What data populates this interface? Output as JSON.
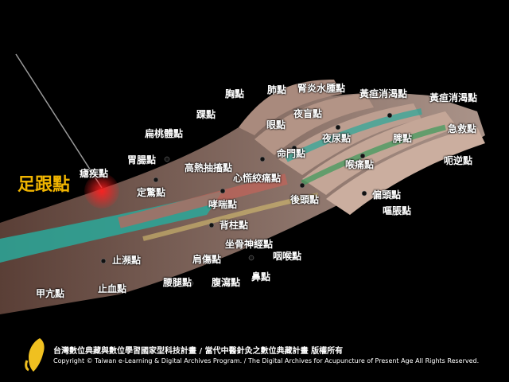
{
  "title_point": "足跟點",
  "points": [
    {
      "id": "xiong",
      "label": "胸點"
    },
    {
      "id": "fei",
      "label": "肺點"
    },
    {
      "id": "shenyan",
      "label": "腎炎水腫點"
    },
    {
      "id": "huangdan1",
      "label": "黃疸消渴點"
    },
    {
      "id": "huangdan2",
      "label": "黃疸消渴點"
    },
    {
      "id": "huai",
      "label": "踝點"
    },
    {
      "id": "yemang",
      "label": "夜盲點"
    },
    {
      "id": "yan",
      "label": "眼點"
    },
    {
      "id": "jijiu",
      "label": "急救點"
    },
    {
      "id": "biantaoti",
      "label": "扁桃體點"
    },
    {
      "id": "yeniao",
      "label": "夜尿點"
    },
    {
      "id": "pi",
      "label": "脾點"
    },
    {
      "id": "mingmen",
      "label": "命門點"
    },
    {
      "id": "weichang",
      "label": "胃腸點"
    },
    {
      "id": "hounitong",
      "label": "喉痛點"
    },
    {
      "id": "eni",
      "label": "呃逆點"
    },
    {
      "id": "gaore",
      "label": "高熱抽搐點"
    },
    {
      "id": "niaji",
      "label": "瘧疾點"
    },
    {
      "id": "xinhuang",
      "label": "心慌絞痛點"
    },
    {
      "id": "dingjing",
      "label": "定驚點"
    },
    {
      "id": "houtou",
      "label": "後頭點"
    },
    {
      "id": "piantou",
      "label": "偏頭點"
    },
    {
      "id": "xiaochuan",
      "label": "哮喘點"
    },
    {
      "id": "outu",
      "label": "嘔脹點"
    },
    {
      "id": "beizhu",
      "label": "背柱點"
    },
    {
      "id": "zuogu",
      "label": "坐骨神經點"
    },
    {
      "id": "yanhou",
      "label": "咽喉點"
    },
    {
      "id": "zhibin",
      "label": "止瀕點"
    },
    {
      "id": "jiantong",
      "label": "肩傷點"
    },
    {
      "id": "bi",
      "label": "鼻點"
    },
    {
      "id": "yaotui",
      "label": "腰腿點"
    },
    {
      "id": "fuxie",
      "label": "腹瀉點"
    },
    {
      "id": "zhixue",
      "label": "止血點"
    },
    {
      "id": "jiakang",
      "label": "甲亢點"
    }
  ],
  "footer": {
    "credit": "台灣數位典藏與數位學習國家型科技計畫 / 當代中醫針灸之數位典藏計畫 版權所有",
    "copyright": "Copyright © Taiwan e-Learning & Digital Archives Program. / The Digital Archives for Acupuncture of Present Age All Rights Reserved."
  },
  "colors": {
    "background": "#000000",
    "title_point": "#f0b400",
    "highlight": "#e0282c",
    "skin": "#b89a8a",
    "muscle": "#c5645a",
    "tendon": "#2aa89a"
  }
}
